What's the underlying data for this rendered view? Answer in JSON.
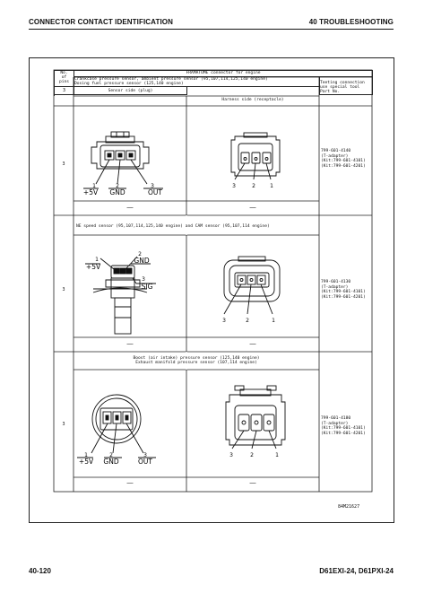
{
  "header": {
    "left": "CONNECTOR CONTACT IDENTIFICATION",
    "right": "40 TROUBLESHOOTING"
  },
  "footer": {
    "page": "40-120",
    "model": "D61EXI-24, D61PXI-24"
  },
  "table": {
    "title": "FRAMATOME connector for engine",
    "no_label": [
      "No.",
      "of",
      "pins"
    ],
    "col_sensor": "Sensor side (plug)",
    "col_harness": "Harness side (receptacle)",
    "col_tool": [
      "Teeting connection",
      "use special tool",
      "Part No."
    ],
    "sections": [
      {
        "name_lines": [
          "Crankcase pressure sensor, ambient pressure sensor (95,107,114,125,140 engine)",
          "Dosing fuel pressure sensor (125,140 engine)"
        ],
        "pins": "3",
        "sensor_labels": {
          "p1": "1",
          "p2": "2",
          "p3": "3",
          "t1": "+5V",
          "t2": "GND",
          "t3": "OUT"
        },
        "harness_labels": {
          "p1": "3",
          "p2": "2",
          "p3": "1"
        },
        "tool": [
          "799-601-4140",
          "(T-adapter)",
          "(Kit:799-601-4101)",
          "(Kit:799-601-4201)"
        ],
        "dash_sensor": "—",
        "dash_harness": "—"
      },
      {
        "name_lines": [
          "NE speed sensor (95,107,114,125,140 engine) and CAM sensor (95,107,114 engine)"
        ],
        "pins": "3",
        "sensor_labels": {
          "p1": "1",
          "p2": "2",
          "p3": "3",
          "t1": "+5V",
          "t2": "GND",
          "t3": "SIG"
        },
        "harness_labels": {
          "p1": "3",
          "p2": "2",
          "p3": "1"
        },
        "tool": [
          "799-601-4130",
          "(T-adapter)",
          "(Kit:799-601-4101)",
          "(Kit:799-601-4201)"
        ],
        "dash_sensor": "—",
        "dash_harness": "—"
      },
      {
        "name_lines": [
          "Boost (air intake) pressure sensor (125,140 engine)",
          "Exhaust manifold pressure sensor (107,114 engine)"
        ],
        "pins": "3",
        "sensor_labels": {
          "p1": "1",
          "p2": "2",
          "p3": "3",
          "t1": "+5V",
          "t2": "GND",
          "t3": "OUT"
        },
        "harness_labels": {
          "p1": "3",
          "p2": "2",
          "p3": "1"
        },
        "tool": [
          "799-601-4180",
          "(T-adapter)",
          "(Kit:799-601-4101)",
          "(Kit:799-601-4201)"
        ],
        "dash_sensor": "—",
        "dash_harness": "—"
      }
    ]
  },
  "figure_code": "84M21627"
}
